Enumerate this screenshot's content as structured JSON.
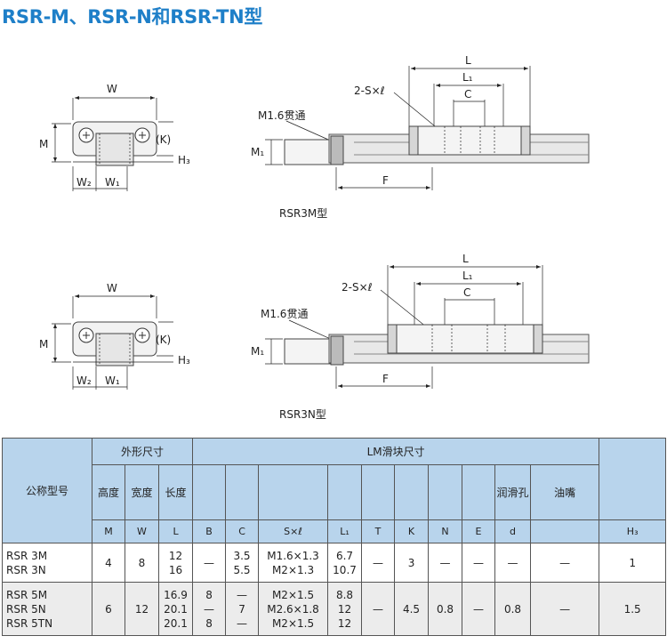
{
  "title": "RSR-M、RSR-N和RSR-TN型",
  "figures": [
    {
      "caption": "RSR3M型",
      "labels": {
        "W": "W",
        "M": "M",
        "K": "(K)",
        "H3": "H₃",
        "W2": "W₂",
        "W1": "W₁",
        "L": "L",
        "L1": "L₁",
        "C": "C",
        "S": "2-S×ℓ",
        "hole": "M1.6贯通",
        "M1": "M₁",
        "F": "F"
      }
    },
    {
      "caption": "RSR3N型",
      "labels": {
        "W": "W",
        "M": "M",
        "K": "(K)",
        "H3": "H₃",
        "W2": "W₂",
        "W1": "W₁",
        "L": "L",
        "L1": "L₁",
        "C": "C",
        "S": "2-S×ℓ",
        "hole": "M1.6贯通",
        "M1": "M₁",
        "F": "F"
      }
    }
  ],
  "table": {
    "model_header": "公称型号",
    "group_outer": "外形尺寸",
    "group_block": "LM滑块尺寸",
    "col_height": "高度",
    "col_width": "宽度",
    "col_length": "长度",
    "col_lube": "润滑孔",
    "col_nipple": "油嘴",
    "sym_M": "M",
    "sym_W": "W",
    "sym_L": "L",
    "sym_B": "B",
    "sym_C": "C",
    "sym_S": "S×ℓ",
    "sym_L1": "L₁",
    "sym_T": "T",
    "sym_K": "K",
    "sym_N": "N",
    "sym_E": "E",
    "sym_d": "d",
    "sym_H3": "H₃",
    "rows": [
      {
        "models": [
          "RSR 3M",
          "RSR 3N"
        ],
        "M": "4",
        "W": "8",
        "L": [
          "12",
          "16"
        ],
        "B": "—",
        "C": [
          "3.5",
          "5.5"
        ],
        "S": [
          "M1.6×1.3",
          "M2×1.3"
        ],
        "L1": [
          "6.7",
          "10.7"
        ],
        "T": "—",
        "K": "3",
        "N": "—",
        "E": "—",
        "d": "—",
        "nipple": "—",
        "H3": "1"
      },
      {
        "models": [
          "RSR 5M",
          "RSR 5N",
          "RSR 5TN"
        ],
        "M": "6",
        "W": "12",
        "L": [
          "16.9",
          "20.1",
          "20.1"
        ],
        "B": [
          "8",
          "—",
          "8"
        ],
        "C": [
          "—",
          "7",
          "—"
        ],
        "S": [
          "M2×1.5",
          "M2.6×1.8",
          "M2×1.5"
        ],
        "L1": [
          "8.8",
          "12",
          "12"
        ],
        "T": "—",
        "K": "4.5",
        "N": "0.8",
        "E": "—",
        "d": "0.8",
        "nipple": "—",
        "H3": "1.5"
      }
    ]
  }
}
